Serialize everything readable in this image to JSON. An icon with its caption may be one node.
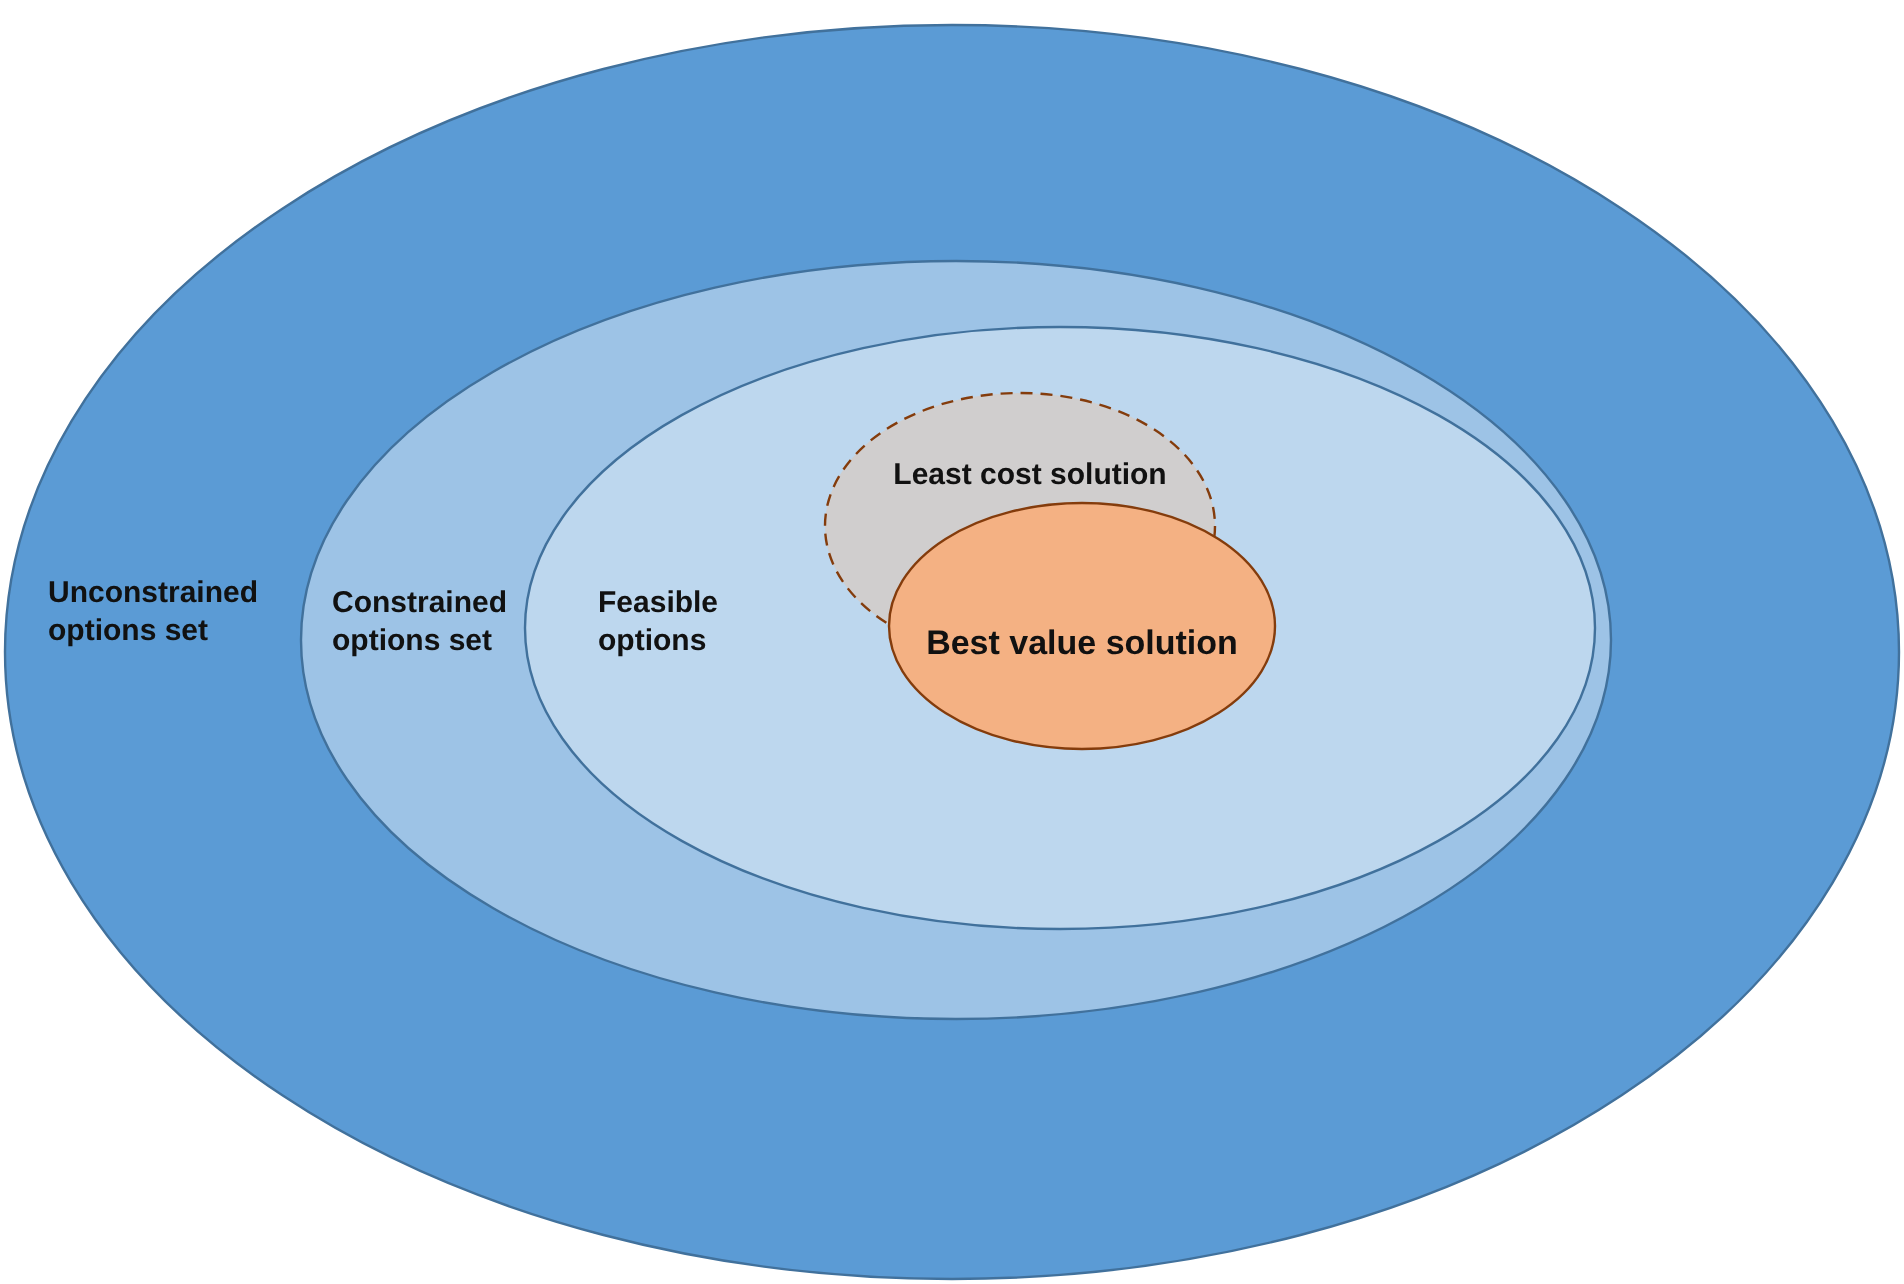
{
  "diagram": {
    "nodes": [
      {
        "text": [
          "Unconstrained options set"
        ]
      },
      {
        "text": [
          "Constrained options set"
        ],
        "in": 0
      },
      {
        "text": [
          "Feasible options"
        ],
        "in": 1
      },
      {
        "text": [
          "Least cost solution"
        ],
        "in": 2
      },
      {
        "text": [
          "Best value solution"
        ],
        "in": 2
      }
    ]
  }
}
